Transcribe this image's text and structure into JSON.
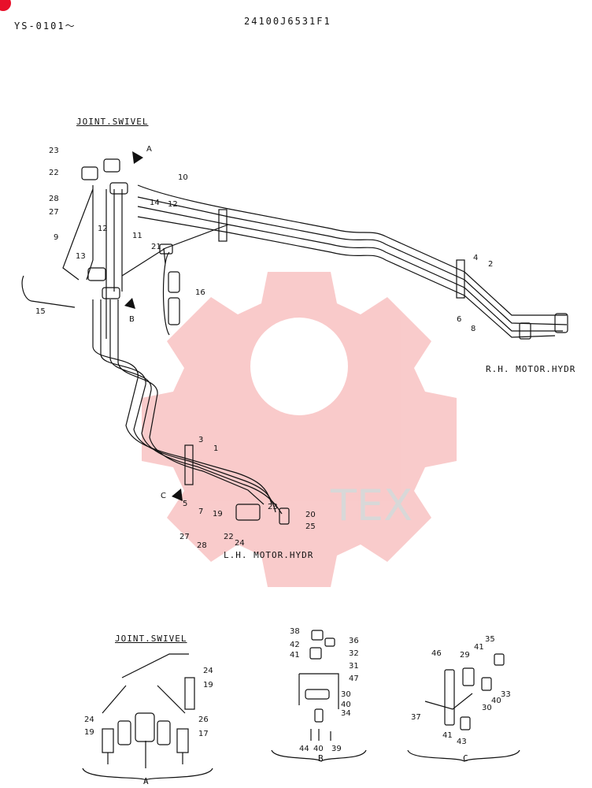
{
  "header": {
    "left_code": "YS-0101～",
    "center_code": "24100J6531F1"
  },
  "sections": {
    "joint_swivel_top": "JOINT.SWIVEL",
    "rh_motor": "R.H. MOTOR.HYDR",
    "lh_motor": "L.H. MOTOR.HYDR",
    "joint_swivel_bottom": "JOINT.SWIVEL",
    "view_a": "A",
    "view_b": "B",
    "view_c": "C"
  },
  "watermark": {
    "text": "TEX",
    "color": "#f4a6a6"
  },
  "callouts_main": [
    "23",
    "22",
    "28",
    "27",
    "9",
    "13",
    "15",
    "12",
    "11",
    "14",
    "12",
    "10",
    "21",
    "16",
    "A",
    "B",
    "4",
    "2",
    "6",
    "8",
    "3",
    "1",
    "C",
    "5",
    "7",
    "19",
    "23",
    "20",
    "25",
    "27",
    "28",
    "22",
    "24"
  ],
  "callouts_detail_a": [
    "24",
    "19",
    "24",
    "19",
    "26",
    "17"
  ],
  "callouts_detail_b": [
    "38",
    "36",
    "42",
    "32",
    "41",
    "31",
    "47",
    "30",
    "40",
    "34",
    "44",
    "40",
    "39"
  ],
  "callouts_detail_c": [
    "46",
    "35",
    "29",
    "41",
    "40",
    "33",
    "30",
    "37",
    "41",
    "43"
  ]
}
